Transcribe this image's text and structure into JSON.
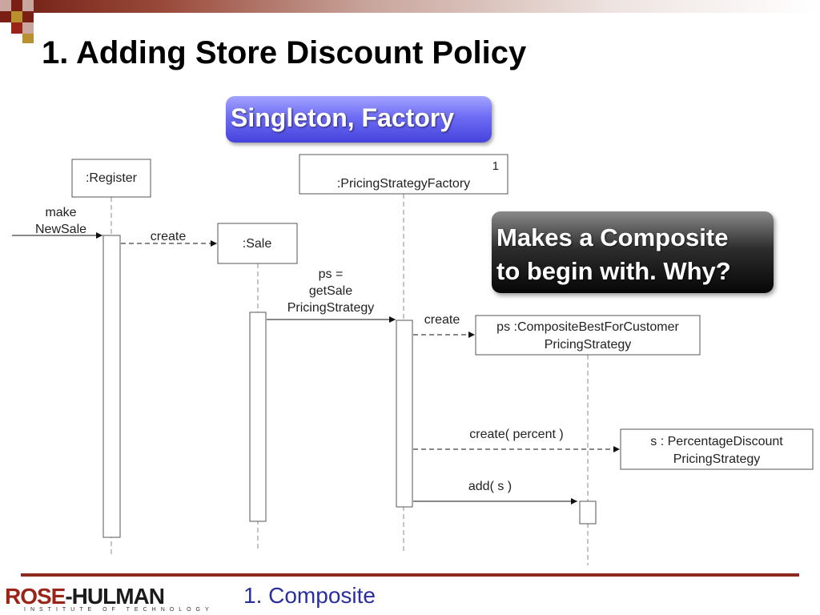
{
  "slide": {
    "title": "1. Adding Store Discount Policy",
    "footer": "1. Composite",
    "colors": {
      "accent_red": "#8c2a1d",
      "callout_blue": "#6e6cf4",
      "callout_dark": "#2e2e2e",
      "footer_text": "#2a2ea0"
    }
  },
  "callouts": {
    "patterns": "Singleton, Factory",
    "composite_line1": "Makes a Composite",
    "composite_line2": "to begin with. Why?"
  },
  "diagram": {
    "objects": {
      "register": ":Register",
      "factory": ":PricingStrategyFactory",
      "factory_multiplicity": "1",
      "sale": ":Sale",
      "composite_line1": "ps :CompositeBestForCustomer",
      "composite_line2": "PricingStrategy",
      "percentage_line1": "s : PercentageDiscount",
      "percentage_line2": "PricingStrategy"
    },
    "messages": {
      "make_new_sale_line1": "make",
      "make_new_sale_line2": "NewSale",
      "create_sale": "create",
      "get_strategy_line1": "ps =",
      "get_strategy_line2": "getSale",
      "get_strategy_line3": "PricingStrategy",
      "create_composite": "create",
      "create_percentage": "create( percent )",
      "add": "add( s )"
    }
  },
  "branding": {
    "logo_name_part1": "ROSE",
    "logo_name_part2": "-HULMAN",
    "logo_subtitle": "INSTITUTE OF TECHNOLOGY"
  }
}
